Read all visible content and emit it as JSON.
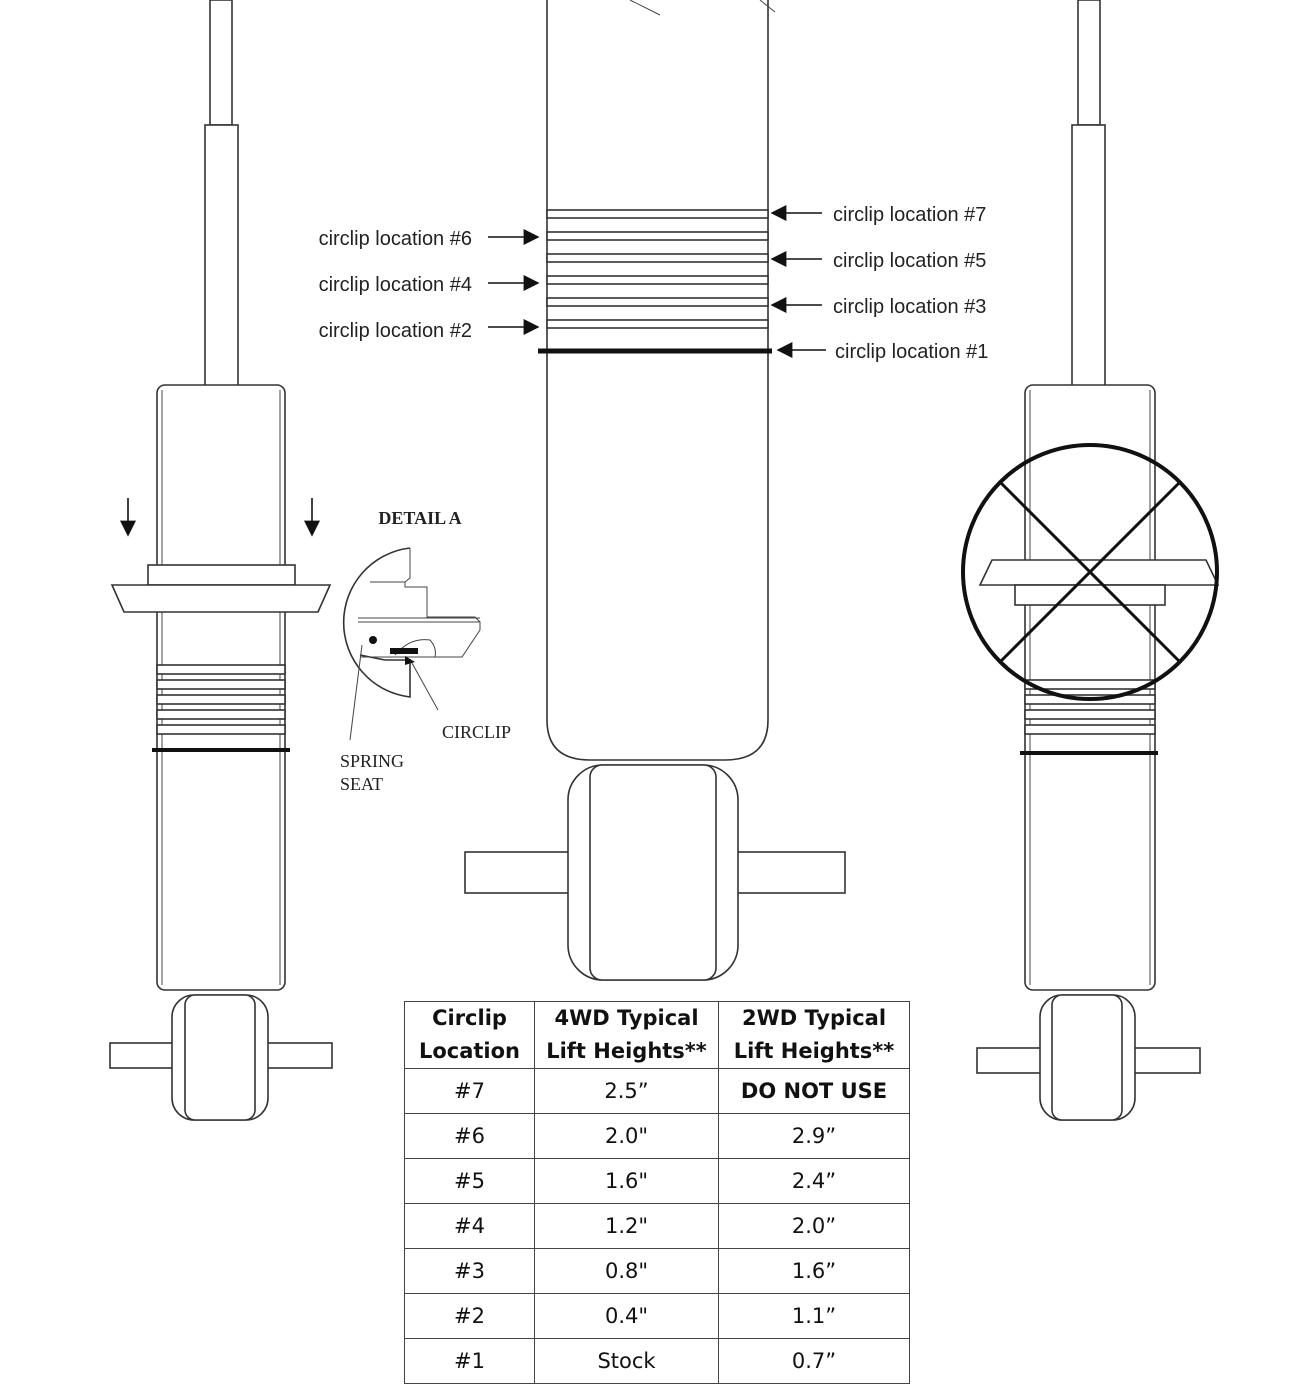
{
  "labels": {
    "left": [
      "circlip location #6",
      "circlip location #4",
      "circlip location #2"
    ],
    "right": [
      "circlip location #7",
      "circlip location #5",
      "circlip location #3",
      "circlip location #1"
    ]
  },
  "detail": {
    "title": "DETAIL A",
    "circlip": "CIRCLIP",
    "spring_seat_1": "SPRING",
    "spring_seat_2": "SEAT"
  },
  "table": {
    "headers": [
      [
        "Circlip",
        "Location"
      ],
      [
        "4WD Typical",
        "Lift Heights**"
      ],
      [
        "2WD Typical",
        "Lift Heights**"
      ]
    ],
    "rows": [
      [
        "#7",
        "2.5”",
        "DO NOT USE"
      ],
      [
        "#6",
        "2.0\"",
        "2.9”"
      ],
      [
        "#5",
        "1.6\"",
        "2.4”"
      ],
      [
        "#4",
        "1.2\"",
        "2.0”"
      ],
      [
        "#3",
        "0.8\"",
        "1.6”"
      ],
      [
        "#2",
        "0.4\"",
        "1.1”"
      ],
      [
        "#1",
        "Stock",
        "0.7”"
      ]
    ]
  }
}
